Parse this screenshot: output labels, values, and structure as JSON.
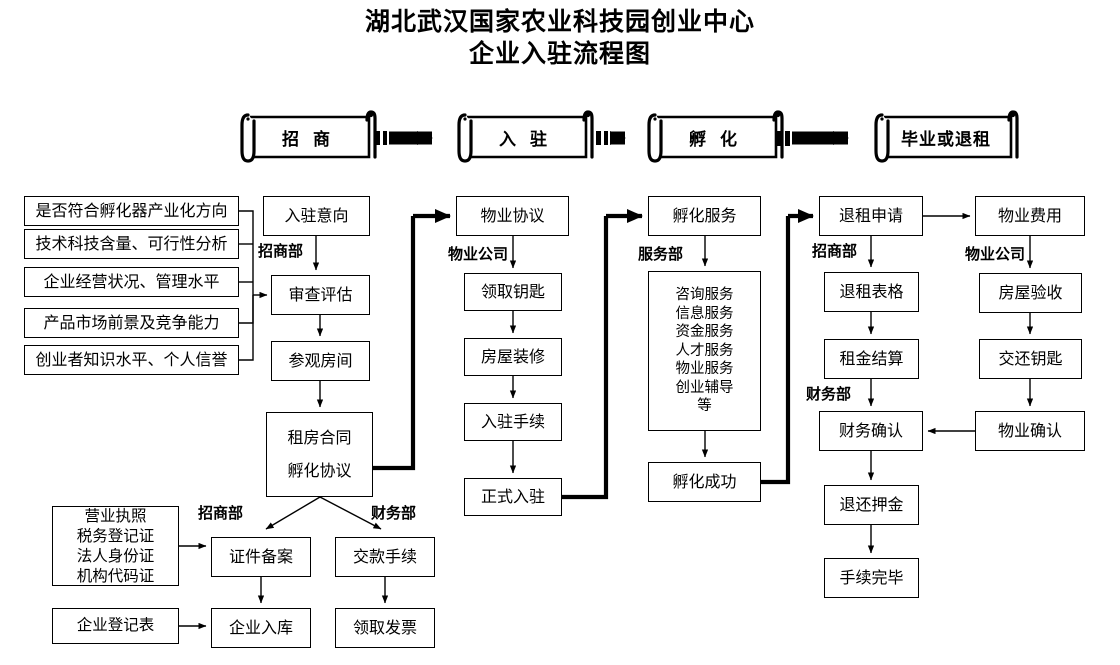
{
  "title": {
    "line1": "湖北武汉国家农业科技园创业中心",
    "line2": "企业入驻流程图"
  },
  "phases": [
    {
      "label": "招    商"
    },
    {
      "label": "入    驻"
    },
    {
      "label": "孵    化"
    },
    {
      "label": "毕业或退租"
    }
  ],
  "criteria": {
    "items": [
      "是否符合孵化器产业化方向",
      "技术科技含量、可行性分析",
      "企业经营状况、管理水平",
      "产品市场前景及竞争能力",
      "创业者知识水平、个人信誉"
    ]
  },
  "columns": {
    "recruit": {
      "dept": "招商部",
      "steps": [
        "入驻意向",
        "审查评估",
        "参观房间"
      ],
      "contract": [
        "租房合同",
        "孵化协议"
      ]
    },
    "movein": {
      "dept": "物业公司",
      "steps": [
        "物业协议",
        "领取钥匙",
        "房屋装修",
        "入驻手续",
        "正式入驻"
      ]
    },
    "incubate": {
      "dept": "服务部",
      "head": "孵化服务",
      "services": [
        "咨询服务",
        "信息服务",
        "资金服务",
        "人才服务",
        "物业服务",
        "创业辅导",
        "等"
      ],
      "tail": "孵化成功"
    },
    "exit": {
      "dept_top": "招商部",
      "dept_mid": "财务部",
      "steps": [
        "退租申请",
        "退租表格",
        "租金结算",
        "财务确认",
        "退还押金",
        "手续完毕"
      ]
    },
    "property": {
      "dept": "物业公司",
      "steps": [
        "物业费用",
        "房屋验收",
        "交还钥匙",
        "物业确认"
      ]
    }
  },
  "bottom": {
    "dept_left": "招商部",
    "dept_right": "财务部",
    "documents": [
      "营业执照",
      "税务登记证",
      "法人身份证",
      "机构代码证"
    ],
    "registration_form": "企业登记表",
    "left_steps": [
      "证件备案",
      "企业入库"
    ],
    "right_steps": [
      "交款手续",
      "领取发票"
    ]
  },
  "colors": {
    "line": "#000000",
    "background": "#ffffff"
  }
}
